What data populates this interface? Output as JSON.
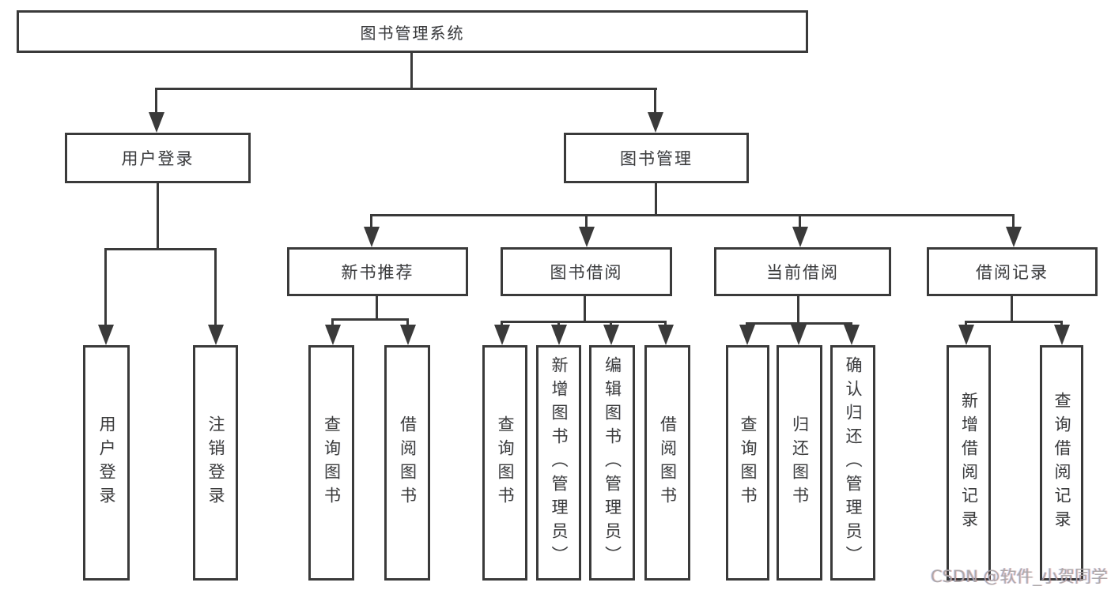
{
  "diagram": {
    "nodes": {
      "root": "图书管理系统",
      "user_login": "用户登录",
      "book_management": "图书管理",
      "new_book_recommend": "新书推荐",
      "book_borrow": "图书借阅",
      "current_borrow": "当前借阅",
      "borrow_record": "借阅记录",
      "leaf_user_login": "用户登录",
      "leaf_logout": "注销登录",
      "leaf_nb_query": "查询图书",
      "leaf_nb_borrow": "借阅图书",
      "leaf_bb_query": "查询图书",
      "leaf_bb_add": "新增图书（管理员）",
      "leaf_bb_edit": "编辑图书（管理员）",
      "leaf_bb_borrow": "借阅图书",
      "leaf_cb_query": "查询图书",
      "leaf_cb_return": "归还图书",
      "leaf_cb_confirm": "确认归还（管理员）",
      "leaf_br_add": "新增借阅记录",
      "leaf_br_query": "查询借阅记录"
    }
  },
  "watermark": "CSDN @软件_小贺同学",
  "colors": {
    "line": "#3a3a3a",
    "text": "#3c3c3c",
    "watermark": "#aba6a6"
  }
}
